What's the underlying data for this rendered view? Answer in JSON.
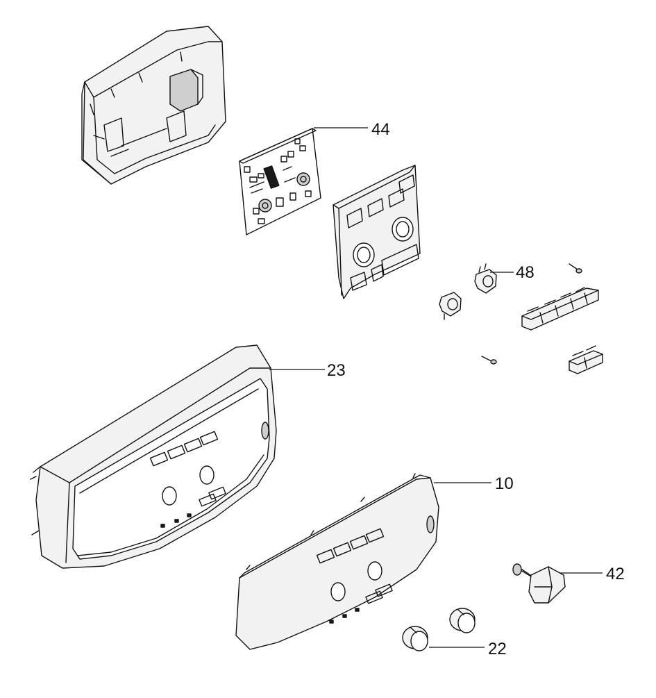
{
  "callouts": [
    {
      "id": "44",
      "label": "44"
    },
    {
      "id": "48",
      "label": "48"
    },
    {
      "id": "23",
      "label": "23"
    },
    {
      "id": "10",
      "label": "10"
    },
    {
      "id": "42",
      "label": "42"
    },
    {
      "id": "22",
      "label": "22"
    }
  ]
}
